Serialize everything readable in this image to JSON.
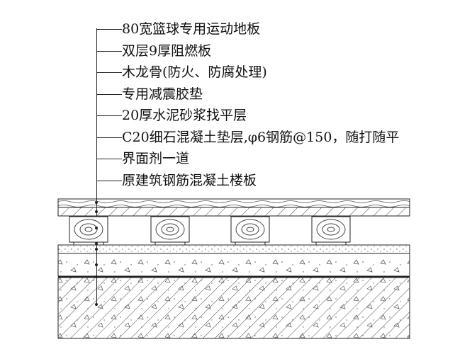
{
  "layers": [
    {
      "label": "80宽篮球专用运动地板"
    },
    {
      "label": "双层9厚阻燃板"
    },
    {
      "label": "木龙骨(防火、防腐处理)"
    },
    {
      "label": "专用减震胶垫"
    },
    {
      "label": "20厚水泥砂浆找平层"
    },
    {
      "label": "C20细石混凝土垫层,φ6钢筋@150，随打随平"
    },
    {
      "label": "界面剂一道"
    },
    {
      "label": "原建筑钢筋混凝土楼板"
    }
  ],
  "colors": {
    "line": "#222222",
    "background": "#ffffff",
    "text": "#111111"
  }
}
